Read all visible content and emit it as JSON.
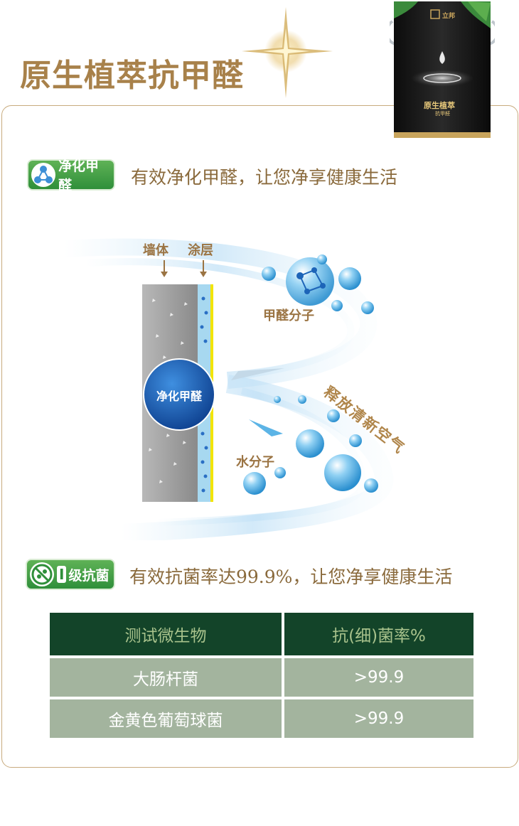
{
  "header": {
    "title": "原生植萃抗甲醛"
  },
  "product": {
    "brand": "立邦",
    "can_title": "原生植萃",
    "can_sub": "抗甲醛"
  },
  "section1": {
    "badge": "净化甲醛",
    "subtitle": "有效净化甲醛，让您净享健康生活"
  },
  "diagram": {
    "wall_label": "墙体",
    "coating_label": "涂层",
    "formaldehyde_label": "甲醛分子",
    "core_label": "净化甲醛",
    "release_label": "释放清新空气",
    "water_label": "水分子"
  },
  "section2": {
    "badge": "级抗菌",
    "badge_num": "I",
    "subtitle": "有效抗菌率达99.9%，让您净享健康生活"
  },
  "table": {
    "headers": [
      "测试微生物",
      "抗(细)菌率%"
    ],
    "rows": [
      [
        "大肠杆菌",
        ">99.9"
      ],
      [
        "金黄色葡萄球菌",
        ">99.9"
      ]
    ]
  },
  "colors": {
    "gold": "#a8814a",
    "dark_green": "#134429",
    "sage": "#a3b49e",
    "badge_green": "#2f8f3a",
    "blue": "#1d64b8"
  }
}
